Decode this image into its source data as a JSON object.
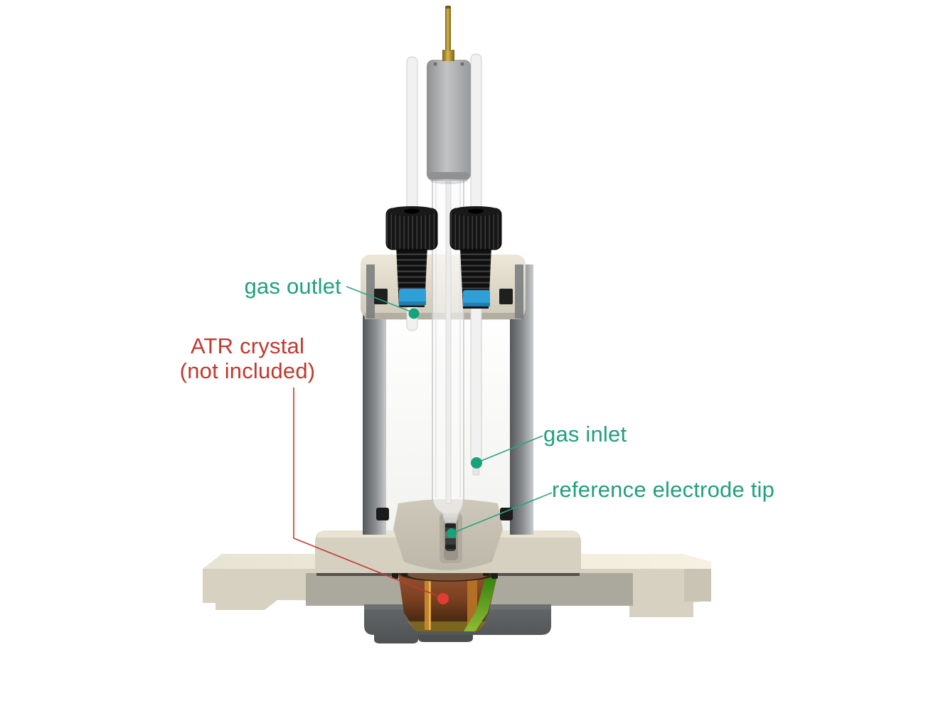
{
  "annotations": [
    {
      "id": "gas-outlet",
      "text": "gas outlet"
    },
    {
      "id": "atr-crystal",
      "line1": "ATR crystal",
      "line2": "(not included)"
    },
    {
      "id": "gas-inlet",
      "text": "gas inlet"
    },
    {
      "id": "reference-electrode-tip",
      "text": "reference electrode tip"
    }
  ],
  "colors": {
    "background": "#ffffff",
    "label_green": "#1fa17c",
    "label_red": "#c0392f",
    "leader_green": "#2aa381",
    "leader_red": "#c23a31",
    "marker_green": "#17a379",
    "marker_red": "#e23c35",
    "ferrule_blue": "#2f9fd8",
    "body_beige": "#d6d1c1",
    "glass_gray": "#75787a",
    "fitting_black": "#141414",
    "electrode_gray": "#abadaf",
    "pin_brass": "#bb9c42",
    "crystal_brown": "#8a4a28",
    "crystal_edge_green": "#4a9a1d",
    "clamp_gray": "#585c5d"
  }
}
